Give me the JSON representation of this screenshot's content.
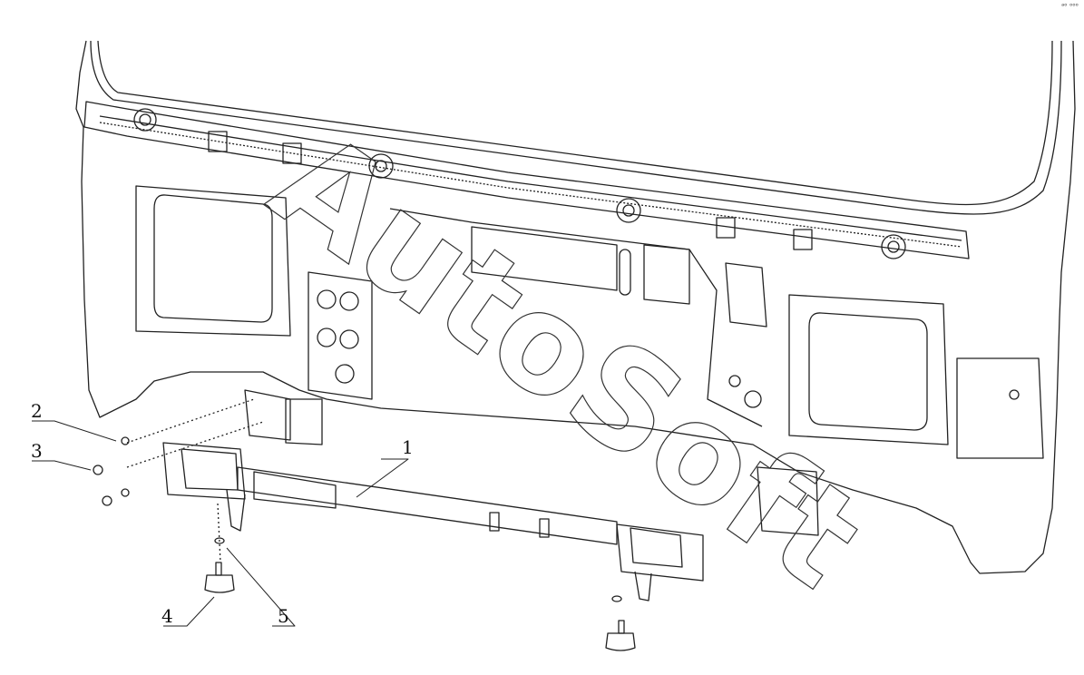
{
  "corner_mark": "ᵃᵒ ᵒᵒᵒ",
  "watermark": "AutoSoft",
  "callouts": [
    {
      "id": "1",
      "label": "1"
    },
    {
      "id": "2",
      "label": "2"
    },
    {
      "id": "3",
      "label": "3"
    },
    {
      "id": "4",
      "label": "4"
    },
    {
      "id": "5",
      "label": "5"
    }
  ]
}
